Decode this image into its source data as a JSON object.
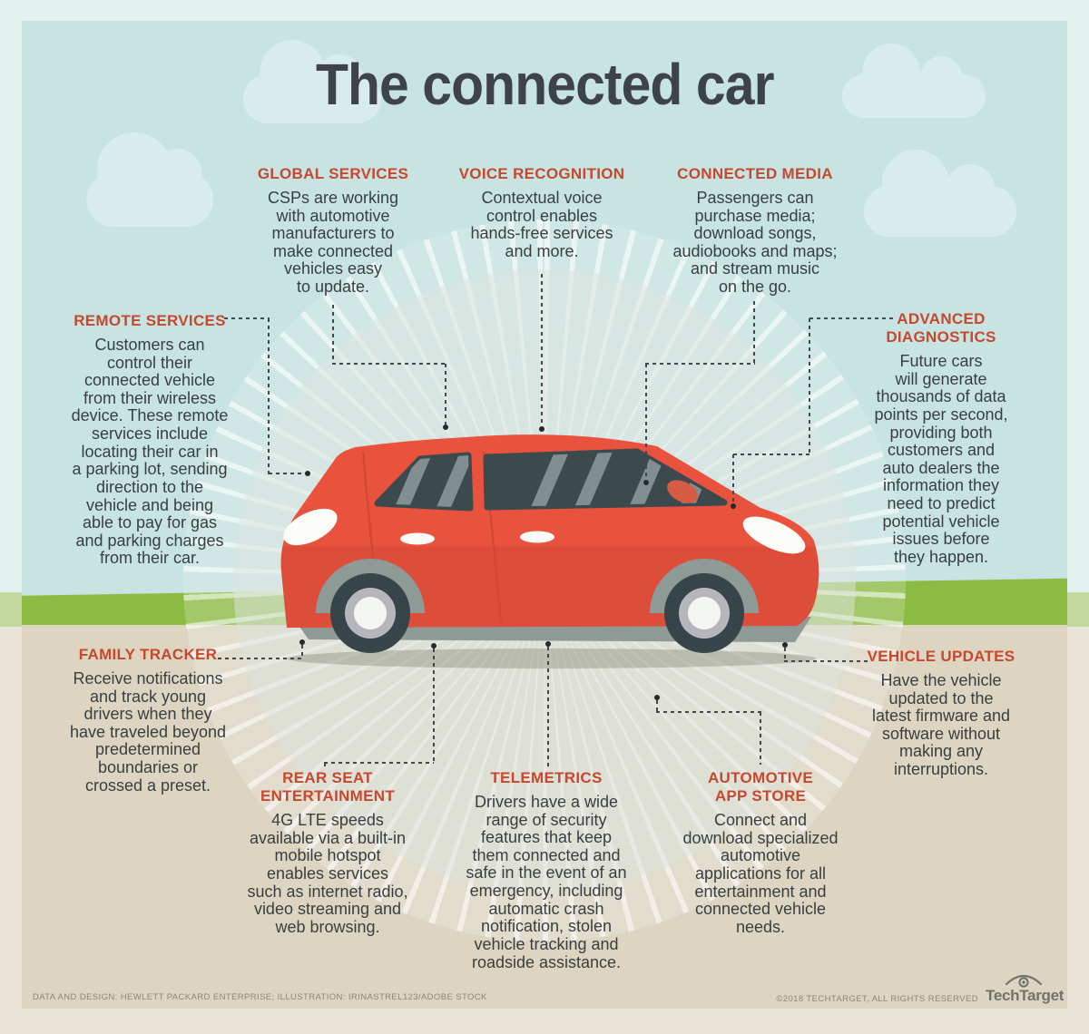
{
  "title": "The connected car",
  "callouts": {
    "global_services": {
      "title": "GLOBAL SERVICES",
      "body": "CSPs are working\nwith automotive\nmanufacturers to\nmake connected\nvehicles easy\nto update."
    },
    "voice_recognition": {
      "title": "VOICE RECOGNITION",
      "body": "Contextual voice\ncontrol enables\nhands-free services\nand more."
    },
    "connected_media": {
      "title": "CONNECTED MEDIA",
      "body": "Passengers can\npurchase media;\ndownload songs,\naudiobooks and maps;\nand stream music\non the go."
    },
    "remote_services": {
      "title": "REMOTE SERVICES",
      "body": "Customers can\ncontrol their\nconnected vehicle\nfrom their wireless\ndevice. These remote\nservices include\nlocating their car in\na parking lot, sending\ndirection to the\nvehicle and being\nable to pay for gas\nand parking charges\nfrom their car."
    },
    "advanced_diagnostics": {
      "title": "ADVANCED\nDIAGNOSTICS",
      "body": "Future cars\nwill generate\nthousands of data\npoints per second,\nproviding both\ncustomers and\nauto dealers the\ninformation they\nneed to predict\npotential vehicle\nissues before\nthey happen."
    },
    "family_tracker": {
      "title": "FAMILY TRACKER",
      "body": "Receive notifications\nand track young\ndrivers when they\nhave traveled beyond\npredetermined\nboundaries or\ncrossed a preset."
    },
    "rear_seat_entertainment": {
      "title": "REAR SEAT\nENTERTAINMENT",
      "body": "4G LTE speeds\navailable via a built-in\nmobile hotspot\nenables services\nsuch as internet radio,\nvideo streaming and\nweb browsing."
    },
    "telemetrics": {
      "title": "TELEMETRICS",
      "body": "Drivers have a wide\nrange of security\nfeatures that keep\nthem connected and\nsafe in the event of an\nemergency, including\nautomatic crash\nnotification, stolen\nvehicle tracking and\nroadside assistance."
    },
    "automotive_app_store": {
      "title": "AUTOMOTIVE\nAPP STORE",
      "body": "Connect and\ndownload specialized\nautomotive\napplications for all\nentertainment and\nconnected vehicle\nneeds."
    },
    "vehicle_updates": {
      "title": "VEHICLE UPDATES",
      "body": "Have the vehicle\nupdated to the\nlatest firmware and\nsoftware without\nmaking any\ninterruptions."
    }
  },
  "footer": {
    "credits": "DATA AND DESIGN: HEWLETT PACKARD ENTERPRISE; ILLUSTRATION: IRINASTREL123/ADOBE STOCK",
    "copyright": "©2018 TECHTARGET, ALL RIGHTS RESERVED",
    "logo_text": "TechTarget"
  },
  "colors": {
    "sky": "#c7e4e2",
    "sky_frame": "#e3f1ef",
    "cloud": "#d8edeb",
    "grass": "#8cbb43",
    "grass_frame": "#c3d99c",
    "ground": "#ddd5c1",
    "ground_frame": "#eae4d7",
    "car_red": "#e9523d",
    "car_red_dark": "#d14936",
    "window_glass": "#3d4a4d",
    "skirt_gray": "#8f9a97",
    "heading_red": "#c5482f",
    "body_text": "#393e41",
    "title_text": "#3e4347",
    "leader_line": "#44484a",
    "footer_text": "#8d8776",
    "logo_gray": "#6e736b"
  }
}
